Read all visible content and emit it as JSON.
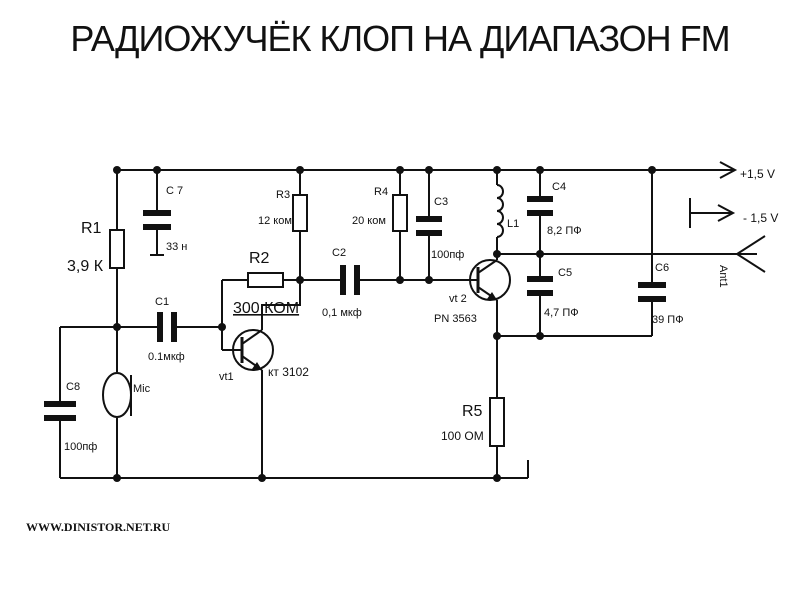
{
  "title": "РАДИОЖУЧЁК КЛОП НА ДИАПАЗОН FM",
  "footer": "WWW.DINISTOR.NET.RU",
  "components": {
    "r1": {
      "ref": "R1",
      "value": "3,9 К"
    },
    "r2": {
      "ref": "R2",
      "value": "300 КОМ"
    },
    "r3": {
      "ref": "R3",
      "value": "12 ком"
    },
    "r4": {
      "ref": "R4",
      "value": "20 ком"
    },
    "r5": {
      "ref": "R5",
      "value": "100 ОМ"
    },
    "c1": {
      "ref": "C1",
      "value": "0.1мкф"
    },
    "c2": {
      "ref": "C2",
      "value": "0,1 мкф"
    },
    "c3": {
      "ref": "C3",
      "value": "100пф"
    },
    "c4": {
      "ref": "C4",
      "value": "8,2 ПФ"
    },
    "c5": {
      "ref": "C5",
      "value": "4,7 ПФ"
    },
    "c6": {
      "ref": "C6",
      "value": "39 ПФ"
    },
    "c7": {
      "ref": "С 7",
      "value": "33 н"
    },
    "c8": {
      "ref": "C8",
      "value": "100пф"
    },
    "l1": {
      "ref": "L1"
    },
    "vt1": {
      "ref": "vt1",
      "value": "кт 3102"
    },
    "vt2": {
      "ref": "vt 2",
      "value": "PN 3563"
    },
    "mic": {
      "ref": "Mic"
    },
    "ant": {
      "ref": "Ant1"
    }
  },
  "supply": {
    "positive": "+1,5 V",
    "negative": "- 1,5 V"
  }
}
